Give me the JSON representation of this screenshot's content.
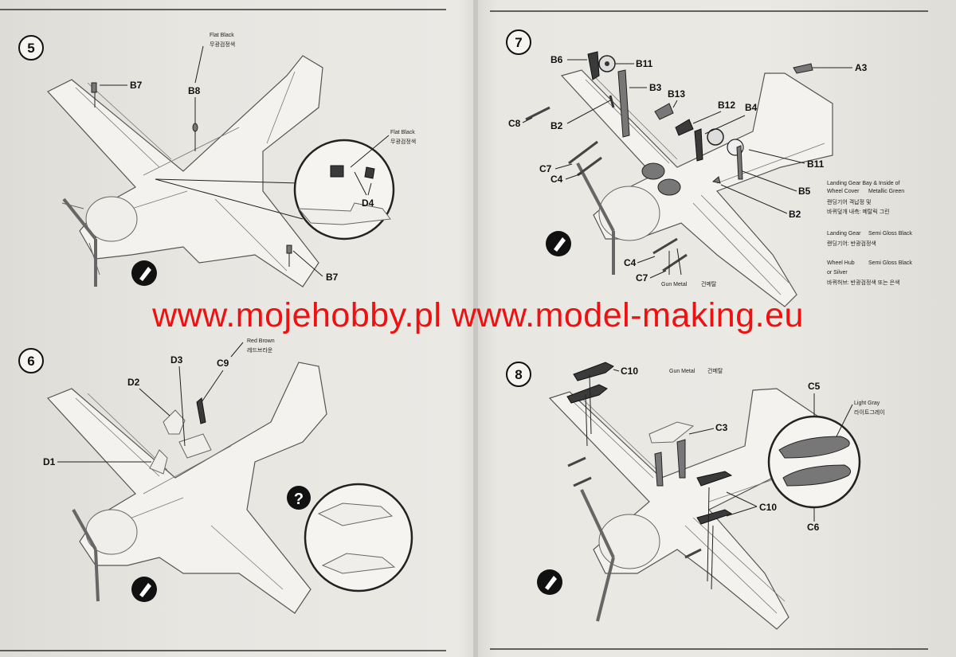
{
  "steps": [
    {
      "number": "5",
      "labels": [
        "B7",
        "B8",
        "D4",
        "B7"
      ],
      "notes": [
        {
          "en": "Flat Black",
          "ko": "무광검정색"
        },
        {
          "en": "Flat Black",
          "ko": "무광검정색"
        }
      ]
    },
    {
      "number": "6",
      "labels": [
        "D2",
        "D3",
        "C9",
        "D1"
      ],
      "notes": [
        {
          "en": "Red Brown",
          "ko": "레드브라운"
        }
      ]
    },
    {
      "number": "7",
      "labels": [
        "B6",
        "B11",
        "B3",
        "B13",
        "B12",
        "B4",
        "A3",
        "C8",
        "B2",
        "C7",
        "C4",
        "B11",
        "B5",
        "B2",
        "C4",
        "C7"
      ],
      "notes": [
        {
          "en": "Landing Gear Bay & Inside of",
          "en2": "Wheel Cover",
          "en3": "Metallic Green",
          "ko": "랜딩기어 격납정 및",
          "ko2": "바퀴덮개 내측: 메탈릭 그린"
        },
        {
          "en": "Landing Gear",
          "en2": "Semi Gloss Black",
          "ko": "랜딩기어: 반광검정색"
        },
        {
          "en": "Wheel Hub",
          "en2": "Semi Gloss Black",
          "en3": "or Silver",
          "ko": "바퀴허브: 반광검정색 또는 은색"
        },
        {
          "en": "Gun Metal",
          "ko": "건메탈"
        }
      ]
    },
    {
      "number": "8",
      "labels": [
        "C10",
        "C5",
        "C3",
        "C10",
        "C6"
      ],
      "notes": [
        {
          "en": "Gun Metal",
          "ko": "건메탈"
        },
        {
          "en": "Light Gray",
          "ko": "라이트그레이"
        }
      ]
    }
  ],
  "watermark": "www.mojehobby.pl www.model-making.eu",
  "icons": [
    "glue-icon",
    "optional-question-icon"
  ],
  "colors": {
    "watermark": "#ee1111",
    "paper": "#ebe9e4",
    "ink": "#222222"
  }
}
